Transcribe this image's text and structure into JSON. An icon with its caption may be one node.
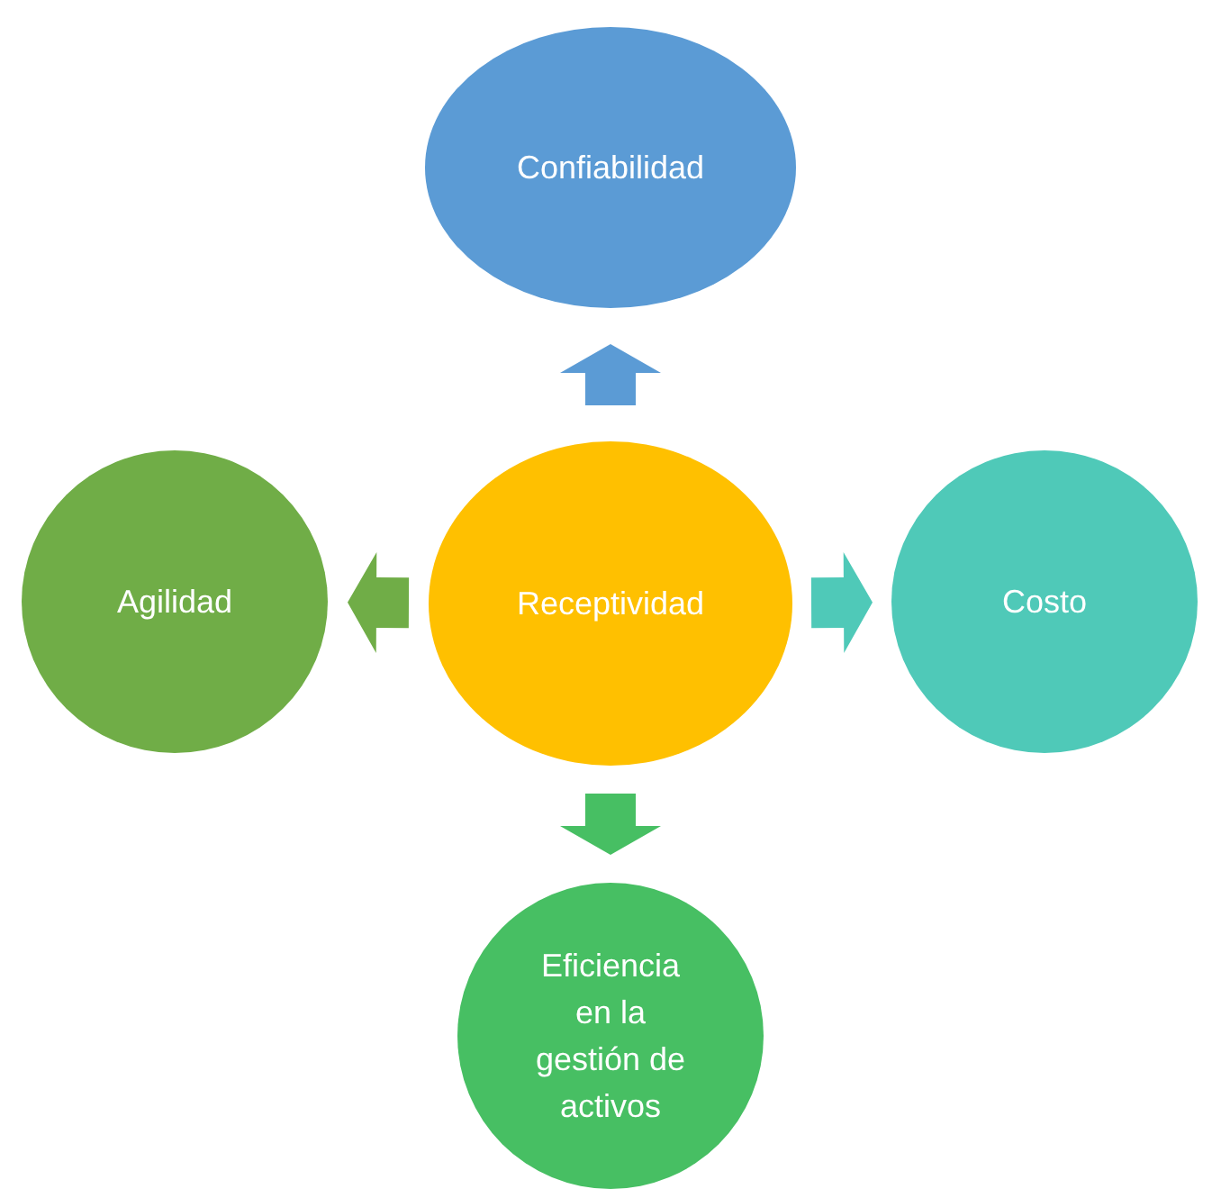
{
  "diagram": {
    "nodes": [
      {
        "text": [
          "Confiabilidad"
        ]
      },
      {
        "text": [
          "Agilidad"
        ]
      },
      {
        "text": [
          "Receptividad"
        ]
      },
      {
        "text": [
          "Costo"
        ]
      },
      {
        "text": [
          "Eficiencia en la gestión de activos"
        ]
      }
    ],
    "edges": [
      {
        "from": 2,
        "to": 0,
        "arrow": "to",
        "color": "#5b9bd5"
      },
      {
        "from": 2,
        "to": 1,
        "arrow": "to",
        "color": "#70ad47"
      },
      {
        "from": 2,
        "to": 3,
        "arrow": "to",
        "color": "#4fc9b8"
      },
      {
        "from": 2,
        "to": 4,
        "arrow": "to",
        "color": "#47bf63"
      }
    ]
  }
}
